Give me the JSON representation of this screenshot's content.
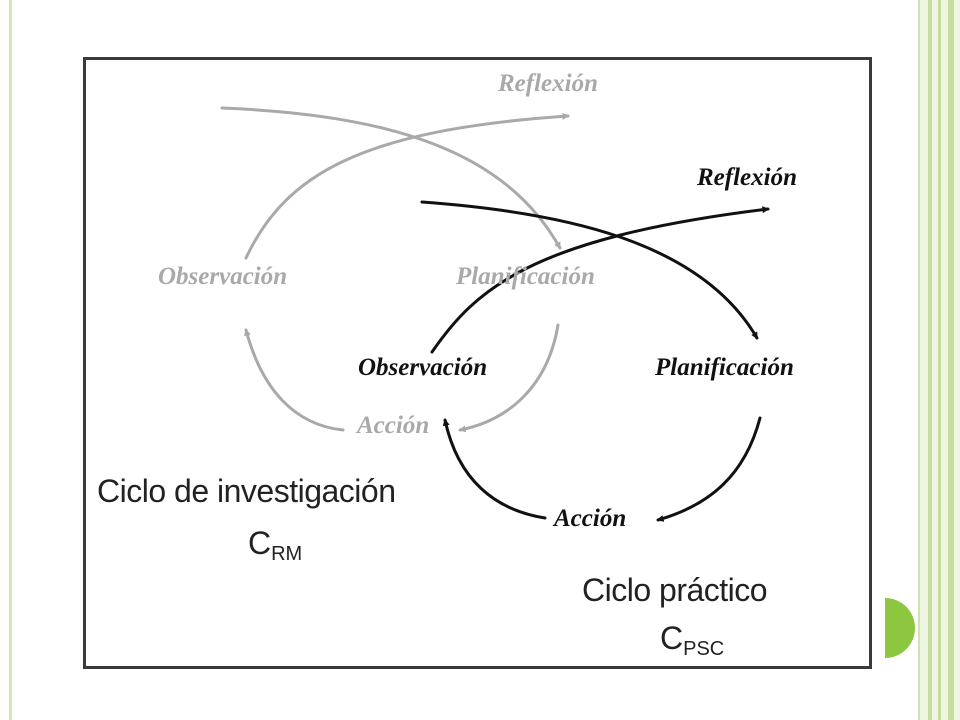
{
  "research_cycle": {
    "labels": {
      "reflexion": "Reflexión",
      "observacion": "Observación",
      "planificacion": "Planificación",
      "accion": "Acción"
    },
    "caption": "Ciclo de investigación",
    "symbol_main": "C",
    "symbol_sub": "RM"
  },
  "practical_cycle": {
    "labels": {
      "reflexion": "Reflexión",
      "observacion": "Observación",
      "planificacion": "Planificación",
      "accion": "Acción"
    },
    "caption": "Ciclo práctico",
    "symbol_main": "C",
    "symbol_sub": "PSC"
  },
  "colors": {
    "research_cycle": "#a9a9a9",
    "practical_cycle": "#111111",
    "accent": "#8dc63f"
  }
}
